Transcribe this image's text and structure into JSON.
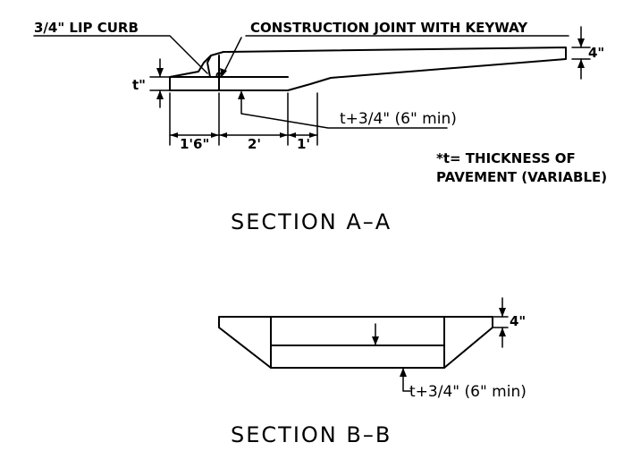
{
  "section_a": {
    "title": "SECTION A–A",
    "lip_curb_label": "3/4\" LIP CURB",
    "joint_label": "CONSTRUCTION JOINT WITH KEYWAY",
    "t_label": "t\"",
    "height_label": "4\"",
    "thickness_label": "t+3/4\" (6\" min)",
    "dim_1": "1'6\"",
    "dim_2": "2'",
    "dim_3": "1'",
    "note_line1": "*t= THICKNESS OF",
    "note_line2": "PAVEMENT (VARIABLE)"
  },
  "section_b": {
    "title": "SECTION B–B",
    "height_label": "4\"",
    "thickness_label": "t+3/4\" (6\" min)"
  }
}
